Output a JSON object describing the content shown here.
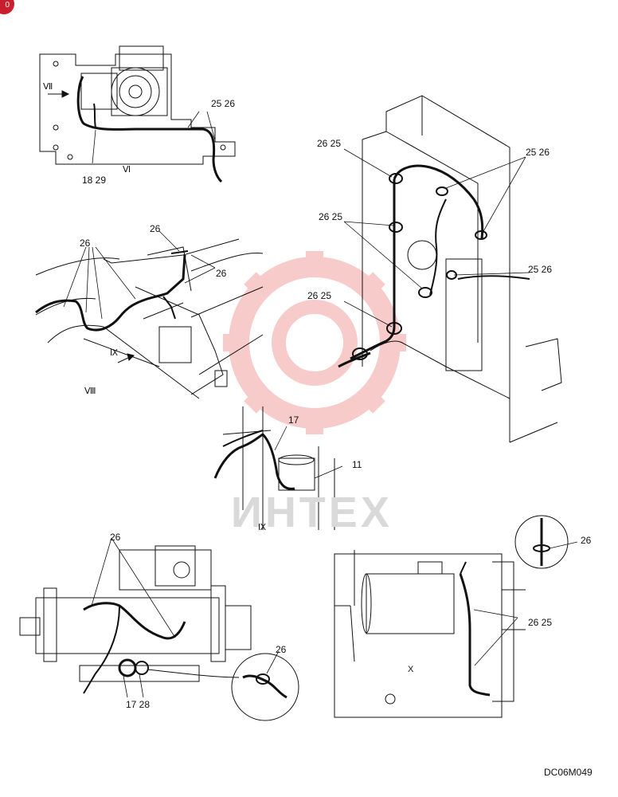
{
  "badge": {
    "text": "0"
  },
  "watermark": {
    "text": "ИНТЕХ"
  },
  "drawing_code": "DC06M049",
  "views": {
    "vi": {
      "in_label": "Ⅶ",
      "view_label": "Ⅵ"
    },
    "vii": {
      "in_label": "Ⅸ",
      "view_label": "Ⅷ"
    },
    "ix": {
      "view_label": "Ⅸ"
    },
    "x": {
      "view_label": "X"
    }
  },
  "callouts": {
    "a1": "25 26",
    "a2": "18 29",
    "b1": "26",
    "b2": "26",
    "b3": "26",
    "c1": "26 25",
    "c2": "25 26",
    "c3": "26 25",
    "c4": "25 26",
    "c5": "26 25",
    "d1": "17",
    "d2": "11",
    "e1": "26",
    "e2": "17 28",
    "e3": "26",
    "f1": "26",
    "f2": "26 25"
  },
  "colors": {
    "line": "#111111",
    "watermark": "#f4a9a9",
    "badge": "#c91e2e"
  }
}
